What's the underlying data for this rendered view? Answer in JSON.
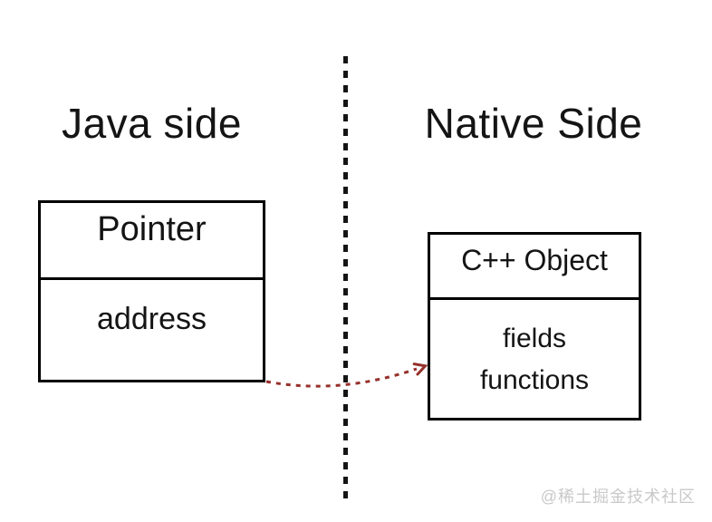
{
  "diagram": {
    "left_side": {
      "title": "Java side",
      "box": {
        "header": "Pointer",
        "body": "address"
      }
    },
    "right_side": {
      "title": "Native Side",
      "box": {
        "header": "C++ Object",
        "body_lines": [
          "fields",
          "functions"
        ]
      }
    },
    "watermark": "@稀土掘金技术社区",
    "colors": {
      "arrow": "#96302a",
      "box_border": "#000000",
      "divider": "#141414",
      "watermark": "#c9c9c9",
      "background": "#ffffff"
    }
  }
}
